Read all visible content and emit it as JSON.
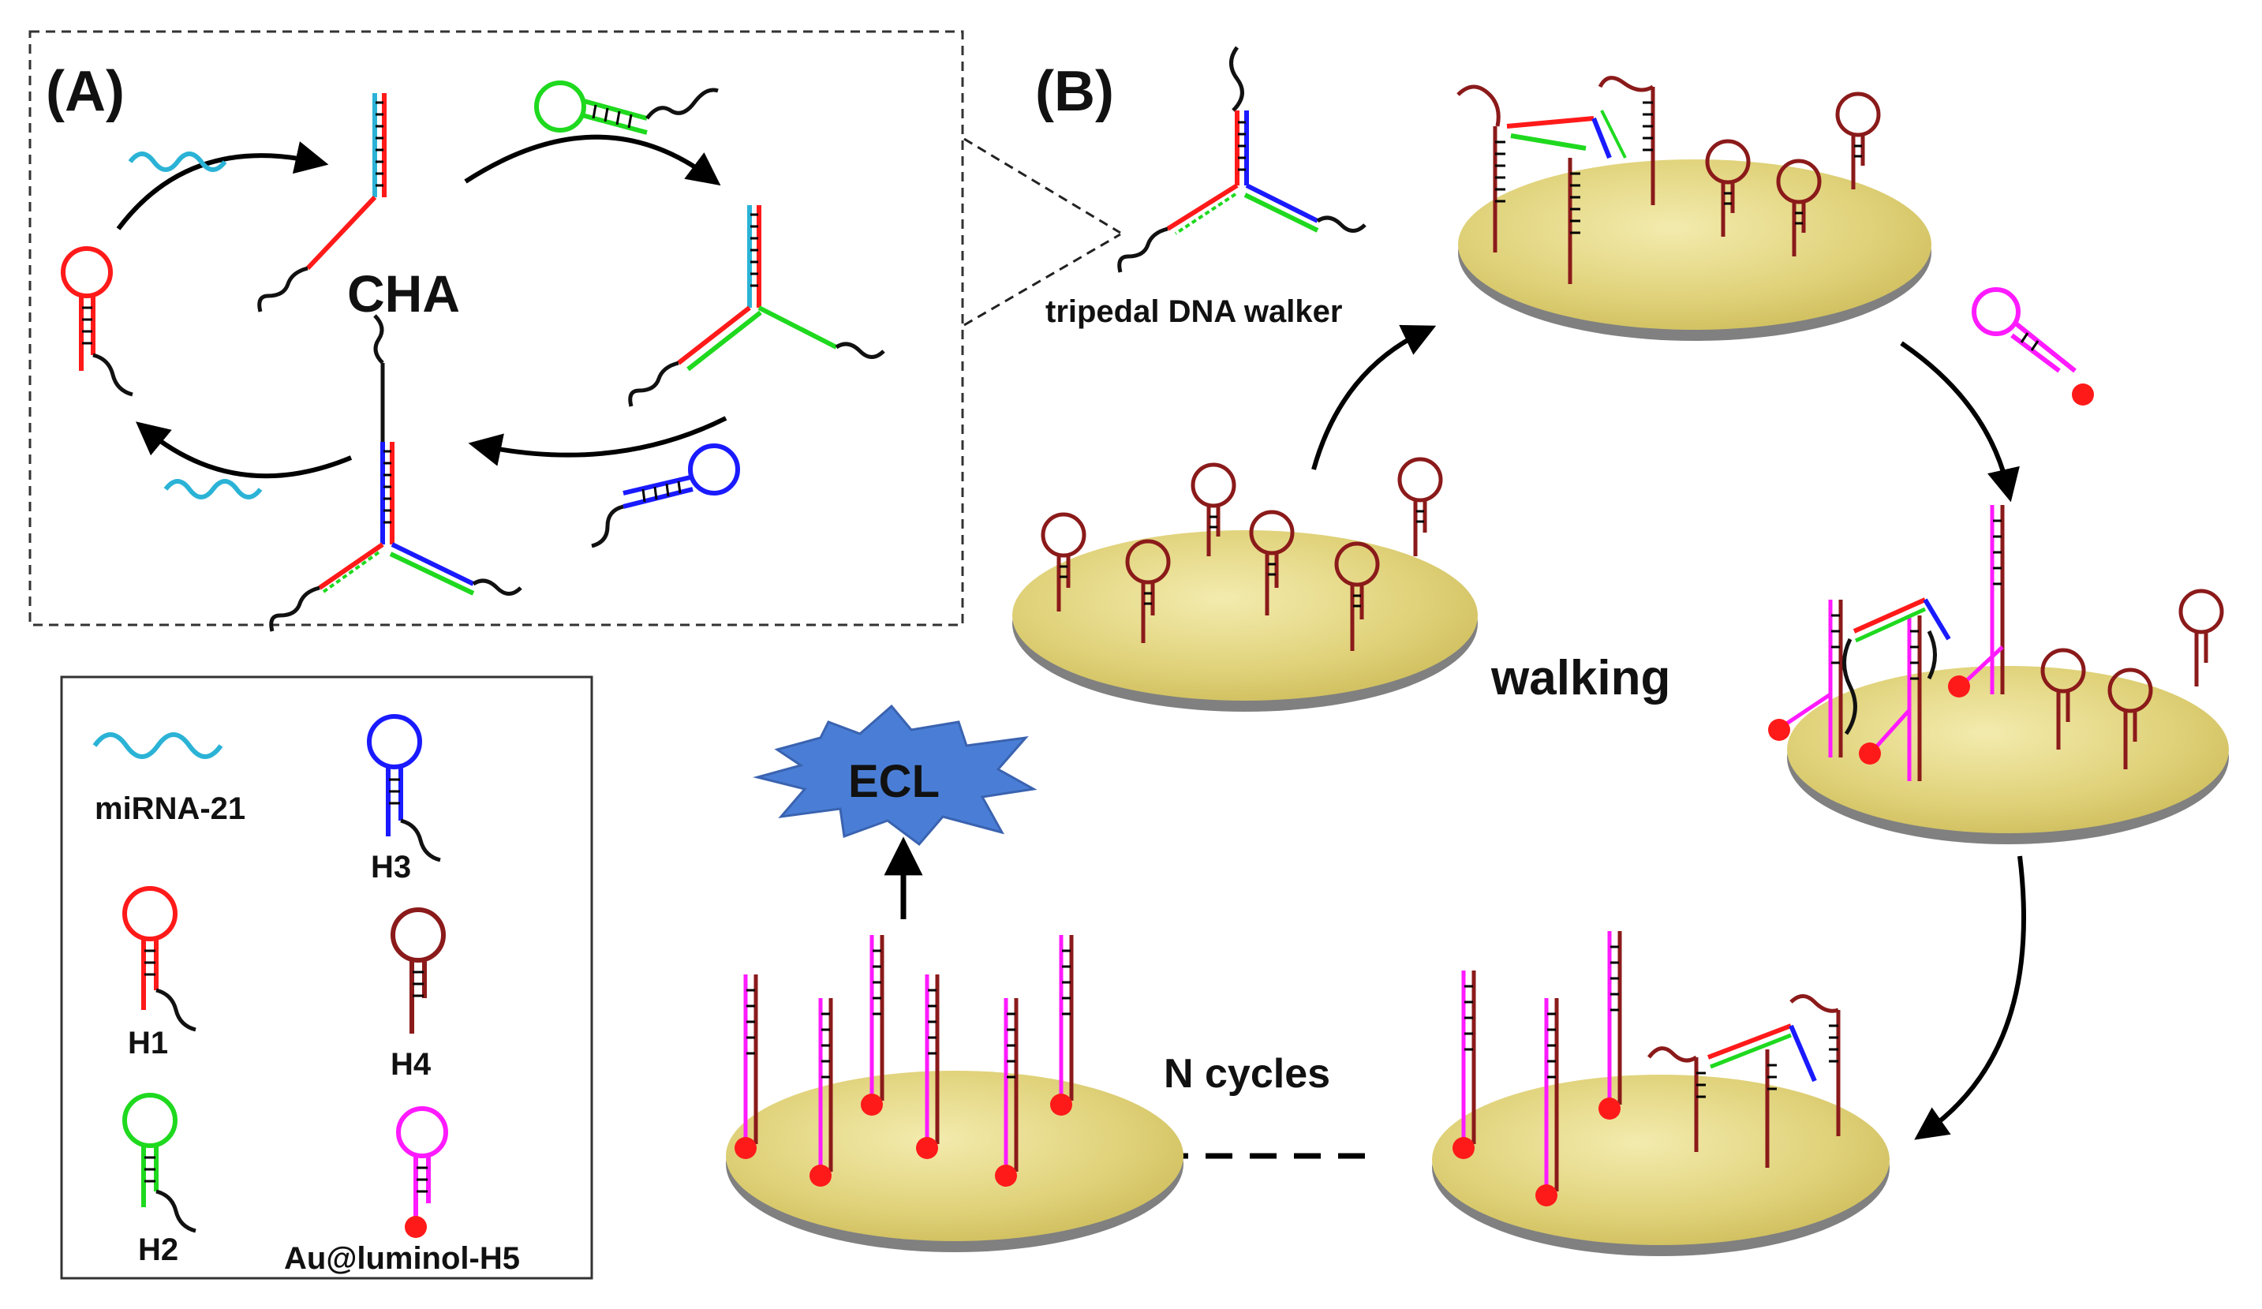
{
  "panel_a": {
    "label": "(A)",
    "center_text": "CHA"
  },
  "panel_b": {
    "label": "(B)",
    "walker_label": "tripedal DNA walker",
    "walking_label": "walking",
    "cycles_label": "N cycles",
    "signal_label": "ECL"
  },
  "legend": {
    "items": [
      {
        "label": "miRNA-21",
        "color": "#2bb3d6"
      },
      {
        "label": "H1",
        "color": "#ff1a1a"
      },
      {
        "label": "H2",
        "color": "#1fd91f"
      },
      {
        "label": "H3",
        "color": "#1a1aff"
      },
      {
        "label": "H4",
        "color": "#8b1a1a"
      },
      {
        "label": "Au@luminol-H5",
        "color": "#ff1aff"
      }
    ]
  },
  "colors": {
    "mirna": "#2bb3d6",
    "h1": "#ff1a1a",
    "h2": "#1fd91f",
    "h3": "#1a1aff",
    "h4": "#8b1a1a",
    "h5": "#ff1aff",
    "gold_bead": "#ff1a1a",
    "electrode": "#e3d67a",
    "ecl_star": "#4a7ed6"
  },
  "icons": {
    "electrode": "electrode-disk-icon",
    "hairpin": "hairpin-dna-icon",
    "ecl": "starburst-icon"
  }
}
